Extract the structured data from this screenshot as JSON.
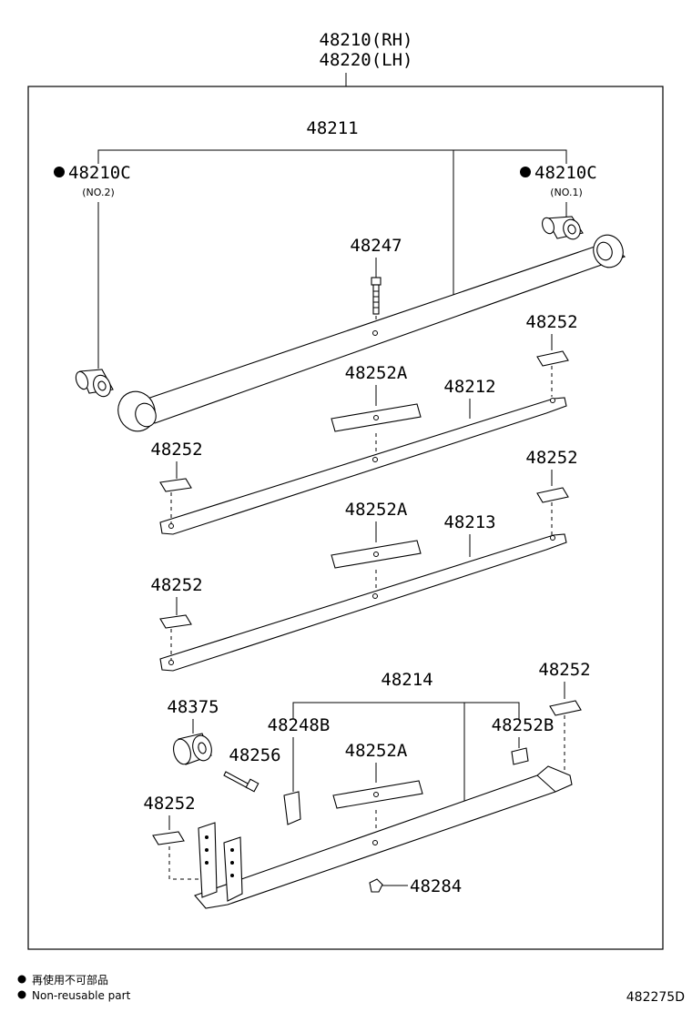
{
  "assembly": {
    "label_rh": "48210(RH)",
    "label_lh": "48220(LH)"
  },
  "parts": {
    "p48211": "48211",
    "p48210c_left": "48210C",
    "p48210c_left_sub": "(NO.2)",
    "p48210c_right": "48210C",
    "p48210c_right_sub": "(NO.1)",
    "p48247": "48247",
    "p48252_a": "48252",
    "p48252a_a": "48252A",
    "p48212": "48212",
    "p48252_b": "48252",
    "p48252_c": "48252",
    "p48252a_b": "48252A",
    "p48213": "48213",
    "p48252_d": "48252",
    "p48214": "48214",
    "p48252_e": "48252",
    "p48375": "48375",
    "p48248b": "48248B",
    "p48252b": "48252B",
    "p48256": "48256",
    "p48252a_c": "48252A",
    "p48252_f": "48252",
    "p48284": "48284"
  },
  "legend": {
    "line1": "再使用不可部品",
    "line2": "Non-reusable part"
  },
  "diagram_ref": "482275D"
}
